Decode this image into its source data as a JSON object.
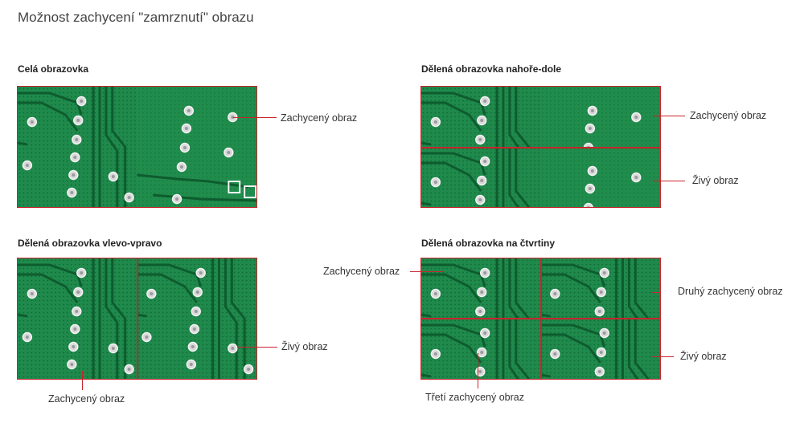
{
  "title": "Možnost zachycení \"zamrznutí\" obrazu",
  "sections": {
    "full": {
      "title": "Celá obrazovka",
      "captured_label": "Zachycený obraz"
    },
    "top_bottom": {
      "title": "Dělená obrazovka nahoře-dole",
      "captured_label": "Zachycený obraz",
      "live_label": "Živý obraz"
    },
    "left_right": {
      "title": "Dělená obrazovka vlevo-vpravo",
      "captured_label": "Zachycený obraz",
      "live_label": "Živý obraz"
    },
    "quarters": {
      "title": "Dělená obrazovka na čtvrtiny",
      "captured_label": "Zachycený obraz",
      "second_label": "Druhý zachycený obraz",
      "third_label": "Třetí zachycený obraz",
      "live_label": "Živý obraz"
    }
  },
  "colors": {
    "accent_line": "#c8242c",
    "pcb_green": "#1f8a4c",
    "trace_green": "#0e5c2e"
  }
}
